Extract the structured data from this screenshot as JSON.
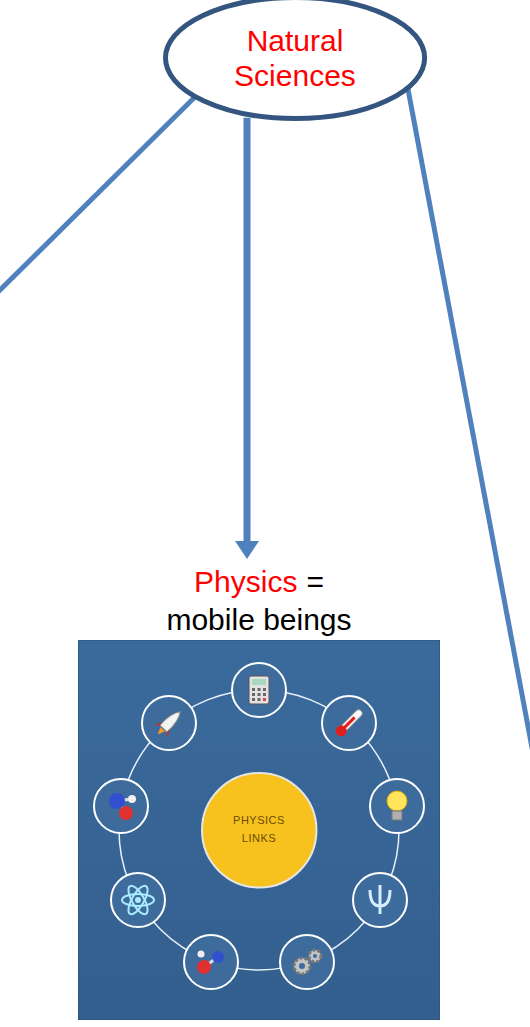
{
  "diagram": {
    "nodes": [
      {
        "text": [
          "Natural Sciences"
        ]
      },
      {
        "text": [
          "Physics",
          "=",
          "mobile beings"
        ]
      },
      {
        "text": [
          "PHYSICS LINKS"
        ],
        "in": 1
      }
    ],
    "edges": [
      {
        "from": 0,
        "to": 1,
        "arrow": "to"
      }
    ]
  }
}
